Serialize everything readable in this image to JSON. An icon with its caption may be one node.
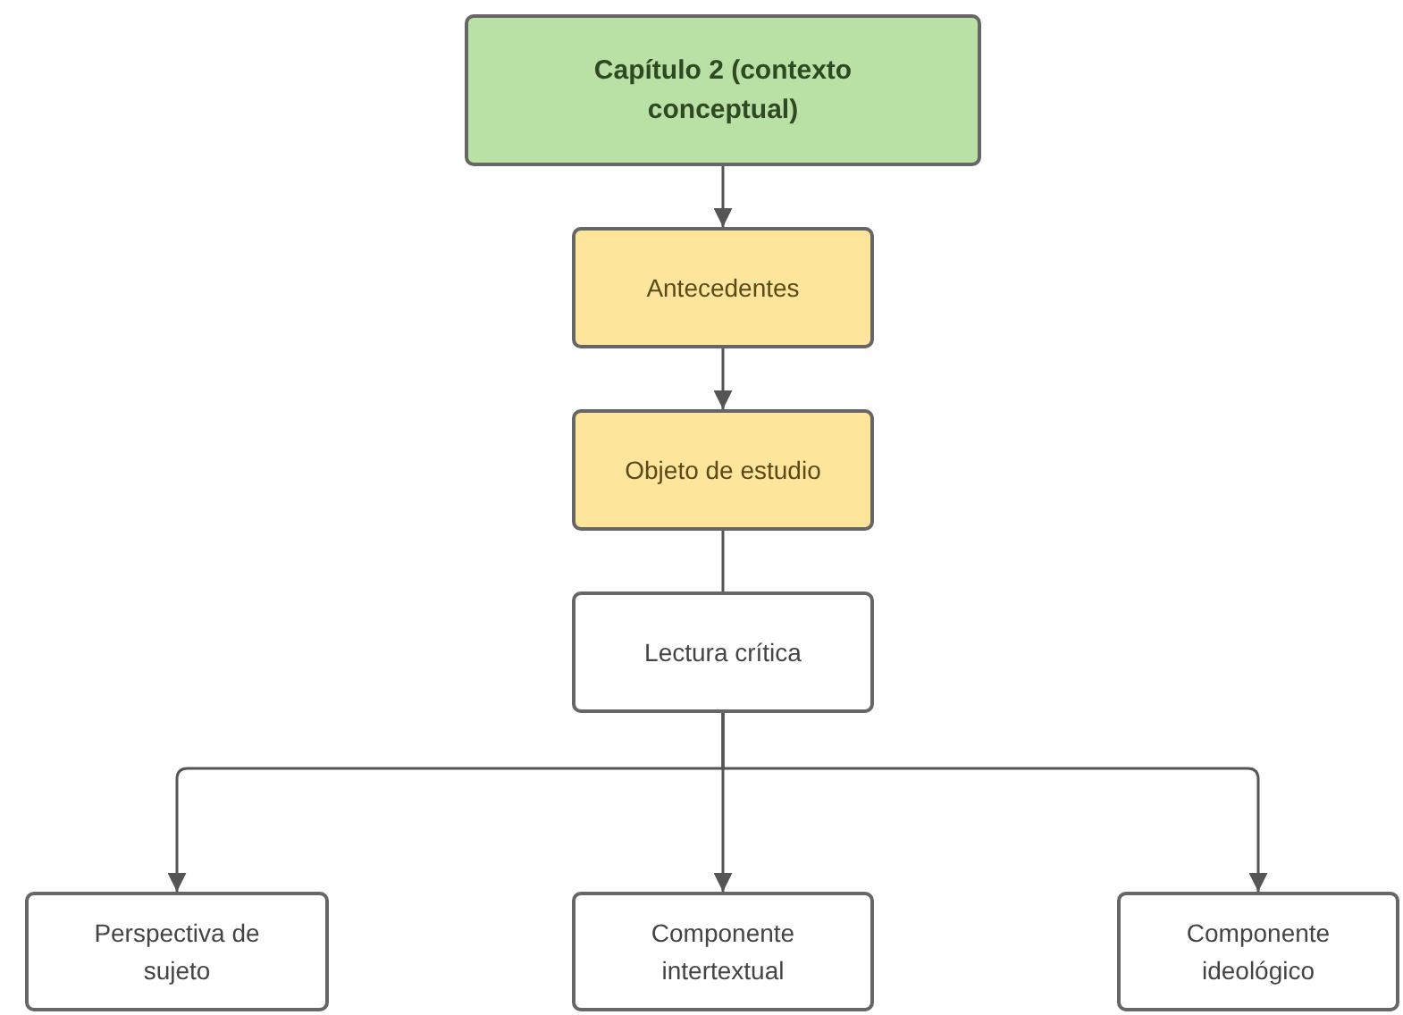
{
  "diagram": {
    "nodes": [
      {
        "text": [
          "Capítulo 2 (contexto conceptual)"
        ]
      },
      {
        "text": [
          "Antecedentes"
        ]
      },
      {
        "text": [
          "Objeto de estudio"
        ]
      },
      {
        "text": [
          "Lectura crítica"
        ]
      },
      {
        "text": [
          "Perspectiva de sujeto"
        ]
      },
      {
        "text": [
          "Componente intertextual"
        ]
      },
      {
        "text": [
          "Componente ideológico"
        ]
      }
    ],
    "edges": [
      {
        "from": 0,
        "to": 1,
        "arrow": "to"
      },
      {
        "from": 1,
        "to": 2,
        "arrow": "to"
      },
      {
        "from": 2,
        "to": 3,
        "arrow": "none"
      },
      {
        "from": 3,
        "to": 4,
        "arrow": "to"
      },
      {
        "from": 3,
        "to": 5,
        "arrow": "to"
      },
      {
        "from": 3,
        "to": 6,
        "arrow": "to"
      }
    ]
  }
}
